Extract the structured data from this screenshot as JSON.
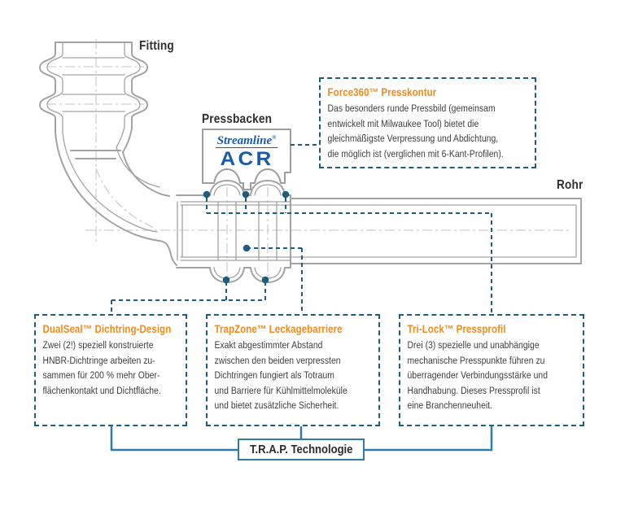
{
  "labels": {
    "fitting": "Fitting",
    "pressbacken": "Pressbacken",
    "rohr": "Rohr"
  },
  "logo": {
    "script": "Streamline",
    "mark": "®",
    "acr": "ACR"
  },
  "callouts": {
    "force360": {
      "title": "Force360™ Presskontur",
      "body": "Das besonders runde Pressbild (gemeinsam\nentwickelt mit Milwaukee Tool) bietet die\ngleichmäßigste Verpressung und Abdichtung,\ndie möglich ist (verglichen mit 6-Kant-Profilen)."
    },
    "dualseal": {
      "title": "DualSeal™ Dichtring-Design",
      "body": "Zwei (2!) speziell konstruierte\nHNBR-Dichtringe arbeiten zu-\nsammen für 200 % mehr Ober-\nflächenkontakt und Dichtfläche."
    },
    "trapzone": {
      "title": "TrapZone™ Leckagebarriere",
      "body": "Exakt abgestimmter Abstand\nzwischen den beiden verpressten\nDichtringen fungiert als Totraum\nund Barriere für Kühlmittelmoleküle\nund bietet zusätzliche Sicherheit."
    },
    "trilock": {
      "title": "Tri-Lock™ Pressprofil",
      "body": "Drei (3) spezielle und unabhängige\nmechanische Presspunkte führen zu\nüberragender Verbindungsstärke und\nHandhabung. Dieses Pressprofil ist\neine Branchenneuheit."
    }
  },
  "footer": {
    "trap_box": "T.R.A.P. Technologie"
  },
  "colors": {
    "accent_orange": "#F28A1D",
    "line_teal": "#1D5E80",
    "connector_blue": "#2E7CA8",
    "logo_blue": "#1C5BA6",
    "drawing_gray": "#A3A3A3",
    "text_dark": "#3D3D3D"
  }
}
